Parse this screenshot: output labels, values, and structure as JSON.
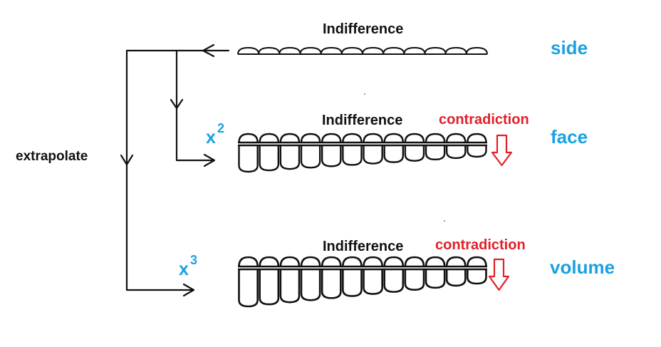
{
  "labels": {
    "extrapolate": "extrapolate",
    "rows": [
      {
        "title": "Indifference",
        "dimension": "side",
        "power_base": "",
        "power_exp": "",
        "warning": ""
      },
      {
        "title": "Indifference",
        "dimension": "face",
        "power_base": "x",
        "power_exp": "2",
        "warning": "contradiction"
      },
      {
        "title": "Indifference",
        "dimension": "volume",
        "power_base": "x",
        "power_exp": "3",
        "warning": "contradiction"
      }
    ]
  },
  "colors": {
    "ink": "#111111",
    "dimension_blue": "#1ba1e2",
    "warning_red": "#e0202a"
  },
  "icons": {
    "warning_arrow": "down-arrow-outline-icon",
    "flow_arrow": "arrowhead-icon"
  },
  "structure": {
    "scallops_per_row": 12
  }
}
